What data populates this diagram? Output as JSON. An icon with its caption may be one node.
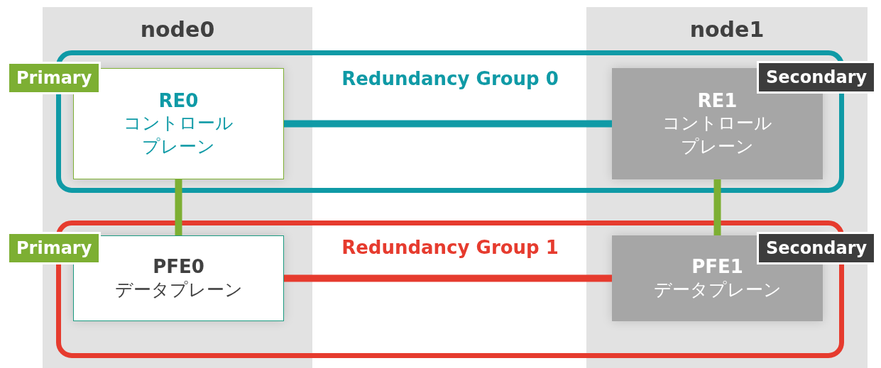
{
  "diagram": {
    "nodes": [
      {
        "text": [
          "Redundancy Group 0"
        ]
      },
      {
        "text": [
          "Primary"
        ]
      },
      {
        "text": [
          "RE0",
          "コントロールプレーン"
        ],
        "in": 0
      },
      {
        "text": [
          "Secondary"
        ]
      },
      {
        "text": [
          "RE1",
          "コントロールプレーン"
        ],
        "in": 0
      },
      {
        "text": [
          "Redundancy Group 1"
        ]
      },
      {
        "text": [
          "Primary"
        ]
      },
      {
        "text": [
          "PFE0",
          "データプレーン"
        ],
        "in": 5
      },
      {
        "text": [
          "Secondary"
        ]
      },
      {
        "text": [
          "PFE1",
          "データプレーン"
        ],
        "in": 5
      }
    ],
    "edges": [
      {
        "from": 2,
        "to": 4,
        "arrow": "none",
        "color": "#0f9aa6"
      },
      {
        "from": 2,
        "to": 7,
        "arrow": "none",
        "color": "#7daf33"
      },
      {
        "from": 4,
        "to": 9,
        "arrow": "none",
        "color": "#7daf33"
      },
      {
        "from": 7,
        "to": 9,
        "arrow": "none",
        "color": "#e63b2e"
      }
    ],
    "labels": [
      "node0",
      "node1"
    ]
  }
}
